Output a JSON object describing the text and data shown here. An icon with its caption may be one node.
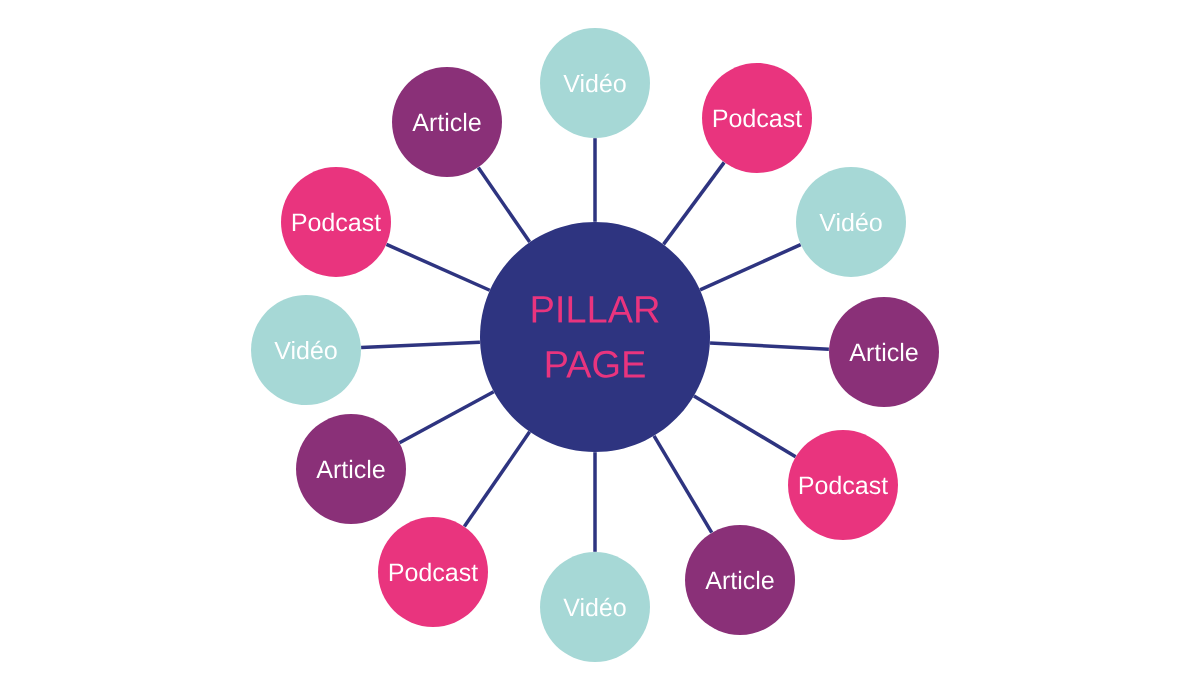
{
  "diagram": {
    "nodes": [
      {
        "text": [
          "PILLAR PAGE"
        ]
      },
      {
        "text": [
          "Vidéo"
        ]
      },
      {
        "text": [
          "Podcast"
        ]
      },
      {
        "text": [
          "Vidéo"
        ]
      },
      {
        "text": [
          "Article"
        ]
      },
      {
        "text": [
          "Podcast"
        ]
      },
      {
        "text": [
          "Article"
        ]
      },
      {
        "text": [
          "Vidéo"
        ]
      },
      {
        "text": [
          "Podcast"
        ]
      },
      {
        "text": [
          "Article"
        ]
      },
      {
        "text": [
          "Vidéo"
        ]
      },
      {
        "text": [
          "Podcast"
        ]
      },
      {
        "text": [
          "Article"
        ]
      }
    ],
    "edges": [
      {
        "from": 0,
        "to": 1,
        "arrow": "none"
      },
      {
        "from": 0,
        "to": 2,
        "arrow": "none"
      },
      {
        "from": 0,
        "to": 3,
        "arrow": "none"
      },
      {
        "from": 0,
        "to": 4,
        "arrow": "none"
      },
      {
        "from": 0,
        "to": 5,
        "arrow": "none"
      },
      {
        "from": 0,
        "to": 6,
        "arrow": "none"
      },
      {
        "from": 0,
        "to": 7,
        "arrow": "none"
      },
      {
        "from": 0,
        "to": 8,
        "arrow": "none"
      },
      {
        "from": 0,
        "to": 9,
        "arrow": "none"
      },
      {
        "from": 0,
        "to": 10,
        "arrow": "none"
      },
      {
        "from": 0,
        "to": 11,
        "arrow": "none"
      },
      {
        "from": 0,
        "to": 12,
        "arrow": "none"
      }
    ]
  }
}
